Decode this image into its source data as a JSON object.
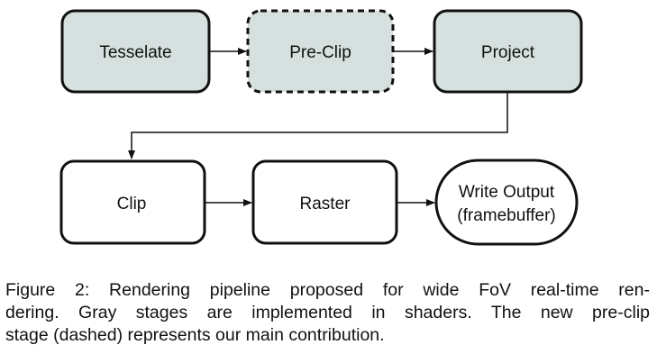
{
  "nodes": {
    "tesselate": "Tesselate",
    "preclip": "Pre-Clip",
    "project": "Project",
    "clip": "Clip",
    "raster": "Raster",
    "write_output_line1": "Write Output",
    "write_output_line2": "(framebuffer)"
  },
  "caption": {
    "line1": "Figure 2: Rendering pipeline proposed for wide FoV real-time ren-",
    "line2": "dering. Gray stages are implemented in shaders. The new pre-clip",
    "line3": "stage (dashed) represents our main contribution."
  },
  "colors": {
    "gray_stage_fill": "#d5e0df",
    "plain_stage_fill": "#ffffff",
    "stroke": "#111111"
  }
}
